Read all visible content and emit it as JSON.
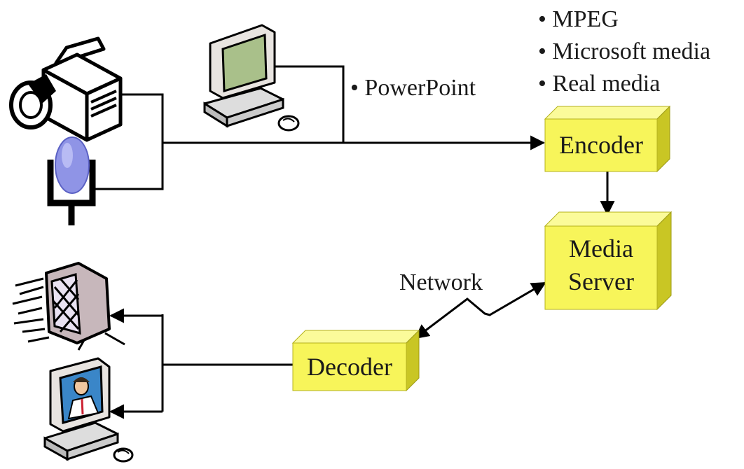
{
  "nodes": {
    "encoder": {
      "label": "Encoder"
    },
    "media_server": {
      "label_line1": "Media",
      "label_line2": "Server"
    },
    "decoder": {
      "label": "Decoder"
    }
  },
  "bullets": {
    "powerpoint": "• PowerPoint",
    "formats": [
      "• MPEG",
      "• Microsoft media",
      "• Real media"
    ]
  },
  "network_label": "Network",
  "colors": {
    "box_front": "#f7f55a",
    "box_top": "#fbfb9a",
    "box_side": "#c9c624",
    "line": "#000000"
  },
  "icons": {
    "video_camera": "video-camera-icon",
    "microphone": "microphone-icon",
    "computer_powerpoint": "computer-icon",
    "television": "television-icon",
    "computer_viewer": "computer-viewer-icon"
  }
}
